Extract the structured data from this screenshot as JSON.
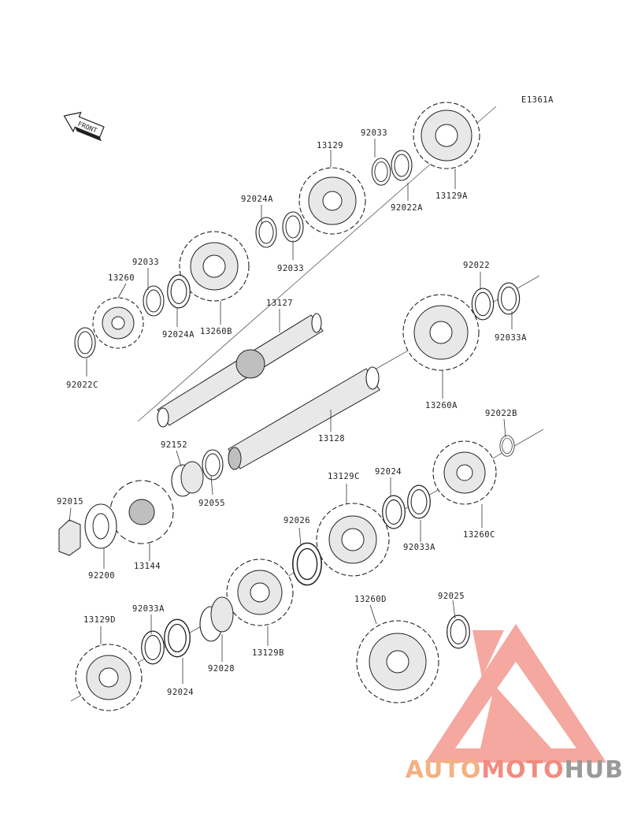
{
  "diagram_code": "E1361A",
  "front_label": "FRONT",
  "labels": {
    "p13129": "13129",
    "p92033_a": "92033",
    "p92022A": "92022A",
    "p13129A": "13129A",
    "p92024A_a": "92024A",
    "p92033_b": "92033",
    "p92033_c": "92033",
    "p13260": "13260",
    "p13260B": "13260B",
    "p92024A_b": "92024A",
    "p92022C": "92022C",
    "p13127": "13127",
    "p92022": "92022",
    "p92033A_a": "92033A",
    "p13260A": "13260A",
    "p13128": "13128",
    "p92152": "92152",
    "p92055": "92055",
    "p92022B": "92022B",
    "p92015": "92015",
    "p92200": "92200",
    "p13144": "13144",
    "p13129C": "13129C",
    "p92024": "92024",
    "p92033A_b": "92033A",
    "p13260C": "13260C",
    "p92026": "92026",
    "p13129D": "13129D",
    "p92033A_c": "92033A",
    "p92024_b": "92024",
    "p92028": "92028",
    "p13129B": "13129B",
    "p13260D": "13260D",
    "p92025": "92025"
  },
  "watermark": {
    "part1": "AUTO",
    "part2": "MOTO",
    "part3": "HUB",
    "color1": "#f4b083",
    "color2": "#f28b7f",
    "color3": "#9a9a9a"
  }
}
